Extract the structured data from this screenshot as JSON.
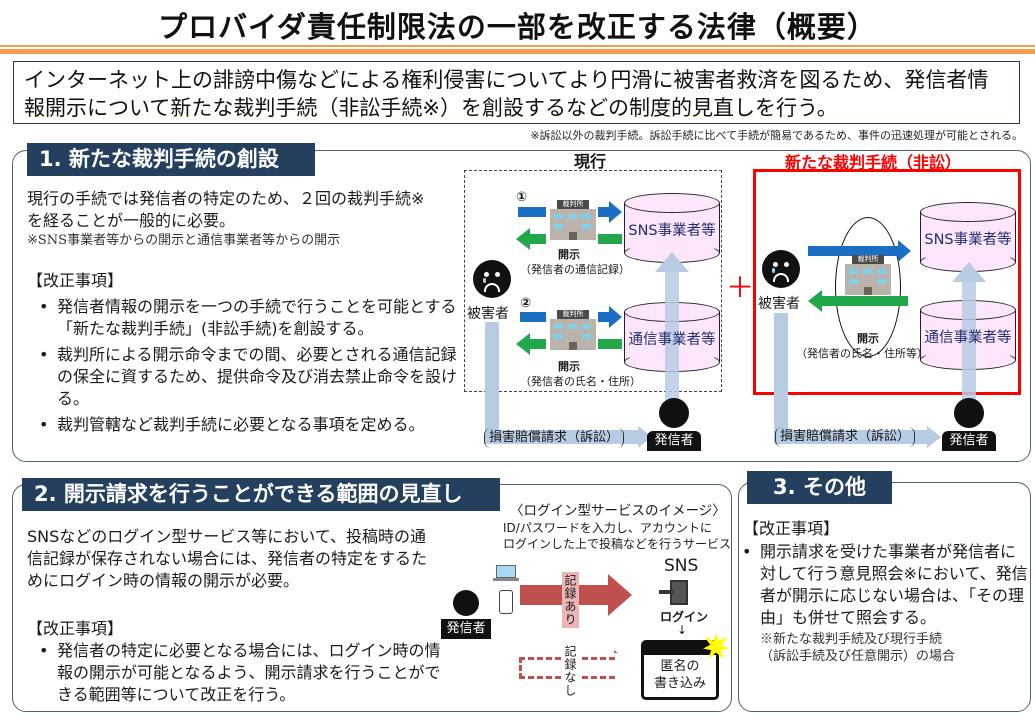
{
  "header": {
    "title": "プロバイダ責任制限法の一部を改正する法律（概要）",
    "accent_color": "#f59a4f"
  },
  "intro": {
    "text_line1": "インターネット上の誹謗中傷などによる権利侵害についてより円滑に被害者救済を図るため、発信者情",
    "text_line2": "報開示について新たな裁判手続（非訟手続※）を創設するなどの制度的見直しを行う。",
    "note": "※訴訟以外の裁判手続。訴訟手続に比べて手続が簡易であるため、事件の迅速処理が可能とされる。"
  },
  "section1": {
    "heading": "1. 新たな裁判手続の創設",
    "lead_line1": "現行の手続では発信者の特定のため、２回の裁判手続※",
    "lead_line2": "を経ることが一般的に必要。",
    "lead_note": "※SNS事業者等からの開示と通信事業者等からの開示",
    "amend_label": "【改正事項】",
    "bullets": [
      "発信者情報の開示を一つの手続で行うことを可能とする「新たな裁判手続」(非訟手続)を創設する。",
      "裁判所による開示命令までの間、必要とされる通信記録の保全に資するため、提供命令及び消去禁止命令を設ける。",
      "裁判管轄など裁判手続に必要となる事項を定める。"
    ],
    "current": {
      "label": "現行",
      "step1": "①",
      "step2": "②",
      "court_sign": "裁判所",
      "kaiji": "開示",
      "detail1": "（発信者の通信記録）",
      "detail2": "（発信者の氏名・住所）",
      "sns": "SNS事業者等",
      "isp": "通信事業者等",
      "victim": "被害者",
      "poster": "発信者",
      "claim": "損害賠償請求（訴訟）"
    },
    "plus": "＋",
    "new_proc": {
      "label": "新たな裁判手続（非訟）",
      "court_sign": "裁判所",
      "kaiji": "開示",
      "detail": "（発信者の氏名・住所等）",
      "sns": "SNS事業者等",
      "isp": "通信事業者等",
      "victim": "被害者",
      "poster": "発信者",
      "claim": "損害賠償請求（訴訟）",
      "frame_color": "#ff0000"
    }
  },
  "section2": {
    "heading": "2. 開示請求を行うことができる範囲の見直し",
    "lead": "SNSなどのログイン型サービス等において、投稿時の通信記録が保存されない場合には、発信者の特定をするためにログイン時の情報の開示が必要。",
    "amend_label": "【改正事項】",
    "bullets": [
      "発信者の特定に必要となる場合には、ログイン時の情報の開示が可能となるよう、開示請求を行うことができる範囲等について改正を行う。"
    ],
    "image": {
      "title": "〈ログイン型サービスのイメージ〉",
      "desc_line1": "ID/パスワードを入力し、アカウントに",
      "desc_line2": "ログインした上で投稿などを行うサービス",
      "poster": "発信者",
      "with_record": "記録あり",
      "without_record": "記録なし",
      "sns": "SNS",
      "login": "ログイン",
      "anon_post_line1": "匿名の",
      "anon_post_line2": "書き込み"
    }
  },
  "section3": {
    "heading": "3. その他",
    "amend_label": "【改正事項】",
    "bullets": [
      "開示請求を受けた事業者が発信者に対して行う意見照会※において、発信者が開示に応じない場合は、「その理由」も併せて照会する。"
    ],
    "note_line1": "※新たな裁判手続及び現行手続",
    "note_line2": "（訴訟手続及び任意開示）の場合"
  }
}
